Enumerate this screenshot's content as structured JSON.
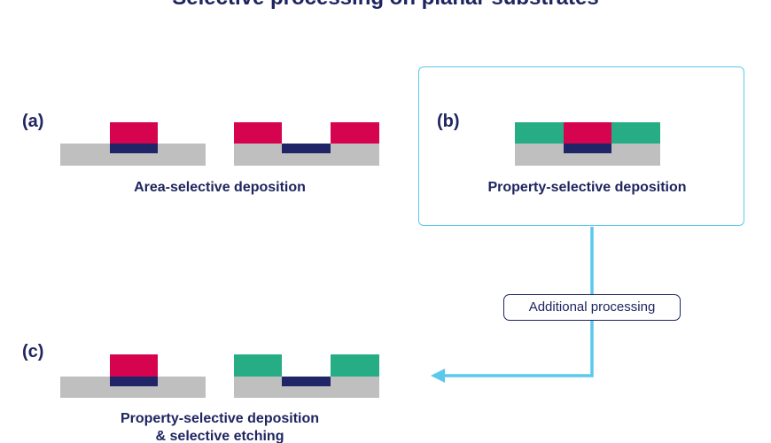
{
  "title": "Selective processing on planar substrates",
  "panels": {
    "a": {
      "label": "(a)",
      "caption": "Area-selective deposition"
    },
    "b": {
      "label": "(b)",
      "caption": "Property-selective deposition"
    },
    "c": {
      "label": "(c)",
      "caption_line1": "Property-selective deposition",
      "caption_line2": "& selective etching"
    }
  },
  "connector": {
    "label": "Additional processing"
  },
  "colors": {
    "title_text": "#1f2560",
    "substrate": "#bfbfbf",
    "pattern_navy": "#1f2566",
    "deposit_magenta": "#d6044e",
    "deposit_teal": "#27ad86",
    "connector": "#5bc8ec"
  }
}
